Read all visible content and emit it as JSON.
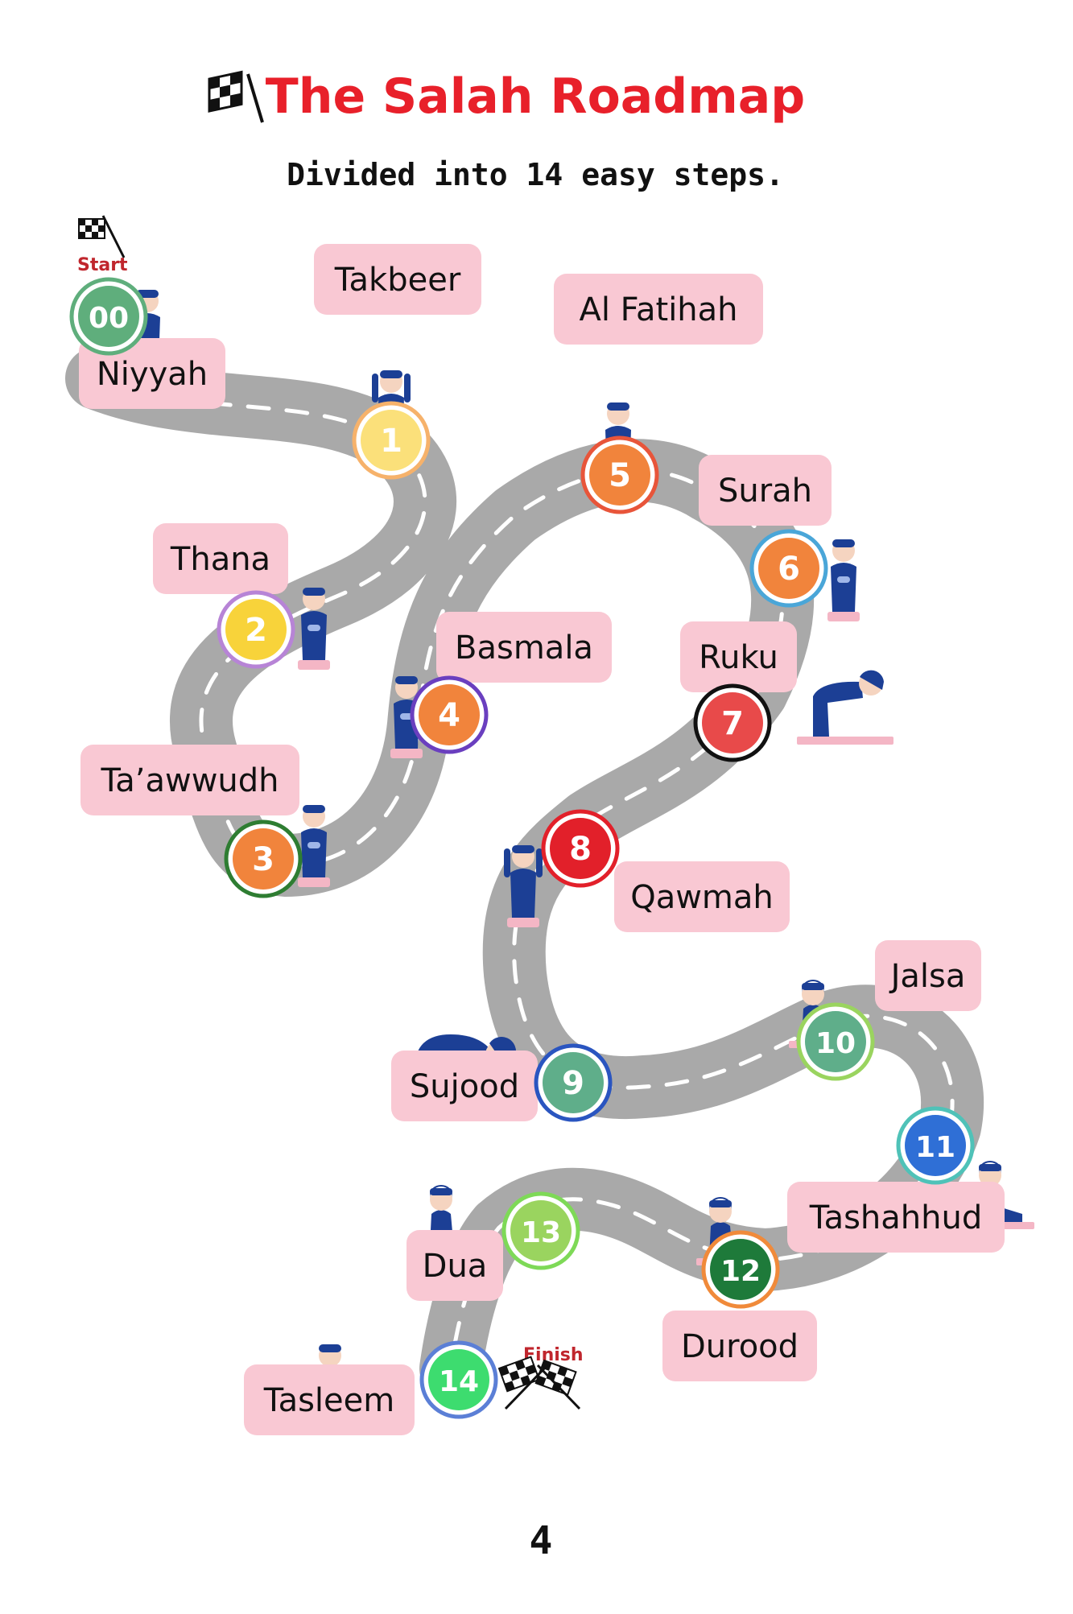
{
  "header": {
    "title": "The Salah Roadmap",
    "subtitle": "Divided into 14 easy steps.",
    "title_color": "#e8202a"
  },
  "markers": {
    "start": "Start",
    "finish": "Finish",
    "marker_color": "#c0262d"
  },
  "road": {
    "road_color": "#a9a9a9",
    "label_bg": "#f9c8d3",
    "figure_color": "#1c3f95"
  },
  "steps": [
    {
      "number": "00",
      "label": "Niyyah",
      "badge": "#5fae7c",
      "ring": "#5fae7c"
    },
    {
      "number": "1",
      "label": "Takbeer",
      "badge": "#fbe07a",
      "ring": "#f6b26b"
    },
    {
      "number": "2",
      "label": "Thana",
      "badge": "#f8d33a",
      "ring": "#b784d6"
    },
    {
      "number": "3",
      "label": "Ta’awwudh",
      "badge": "#f1843c",
      "ring": "#2e7d32"
    },
    {
      "number": "4",
      "label": "Basmala",
      "badge": "#f1843c",
      "ring": "#6a3fbf"
    },
    {
      "number": "5",
      "label": "Al Fatihah",
      "badge": "#f1843c",
      "ring": "#e8553a"
    },
    {
      "number": "6",
      "label": "Surah",
      "badge": "#f1843c",
      "ring": "#4aa6d8"
    },
    {
      "number": "7",
      "label": "Ruku",
      "badge": "#e84a4a",
      "ring": "#111111"
    },
    {
      "number": "8",
      "label": "Qawmah",
      "badge": "#e2202a",
      "ring": "#e2202a"
    },
    {
      "number": "9",
      "label": "Sujood",
      "badge": "#5fae8a",
      "ring": "#2a55c0"
    },
    {
      "number": "10",
      "label": "Jalsa",
      "badge": "#5fae8a",
      "ring": "#9ad45f"
    },
    {
      "number": "11",
      "label": "Tashahhud",
      "badge": "#2f6fd6",
      "ring": "#4fc2b8"
    },
    {
      "number": "12",
      "label": "Durood",
      "badge": "#1e7a3a",
      "ring": "#f08a3a"
    },
    {
      "number": "13",
      "label": "Dua",
      "badge": "#9ad45f",
      "ring": "#7ed957"
    },
    {
      "number": "14",
      "label": "Tasleem",
      "badge": "#3ddc6f",
      "ring": "#5b7fd6"
    }
  ],
  "footer": {
    "page_number": "4"
  }
}
